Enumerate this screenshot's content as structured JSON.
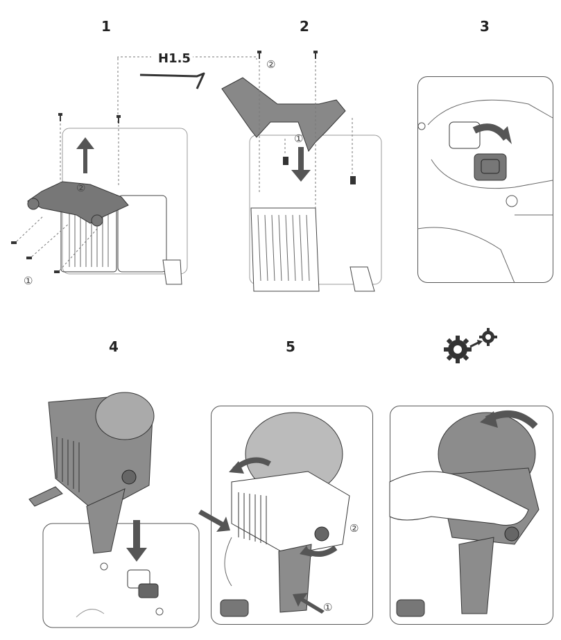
{
  "steps": [
    {
      "number": "1",
      "callouts": [
        "①",
        "②"
      ]
    },
    {
      "number": "2",
      "callouts": [
        "①",
        "②"
      ],
      "tool_label": "H1.5"
    },
    {
      "number": "3"
    },
    {
      "number": "4"
    },
    {
      "number": "5",
      "callouts": [
        "①",
        "②"
      ]
    }
  ],
  "final_icon": "gear-calibration-icon",
  "colors": {
    "line": "#333333",
    "part_fill": "#8c8c8c",
    "part_light": "#cfcfcf",
    "arrow": "#555555"
  }
}
